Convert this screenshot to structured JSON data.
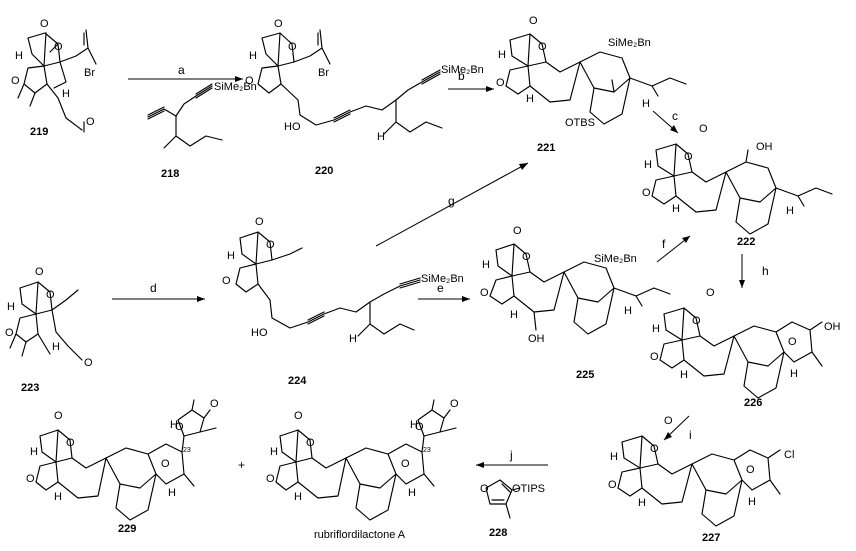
{
  "compounds": {
    "c219": "219",
    "c218": "218",
    "c220": "220",
    "c221": "221",
    "c222": "222",
    "c223": "223",
    "c224": "224",
    "c225": "225",
    "c226": "226",
    "c227": "227",
    "c228": "228",
    "c229": "229",
    "target": "rubriflordilactone A"
  },
  "steps": {
    "a": "a",
    "b": "b",
    "c": "c",
    "d": "d",
    "e": "e",
    "f": "f",
    "g": "g",
    "h": "h",
    "i": "i",
    "j": "j"
  },
  "atoms": {
    "O": "O",
    "H": "H",
    "Br": "Br",
    "HO": "HO",
    "OH": "OH",
    "Cl": "Cl",
    "silyl": "SiMe₂Bn",
    "otbs": "OTBS",
    "otips": "OTIPS",
    "n23": "23",
    "plus": "+"
  }
}
